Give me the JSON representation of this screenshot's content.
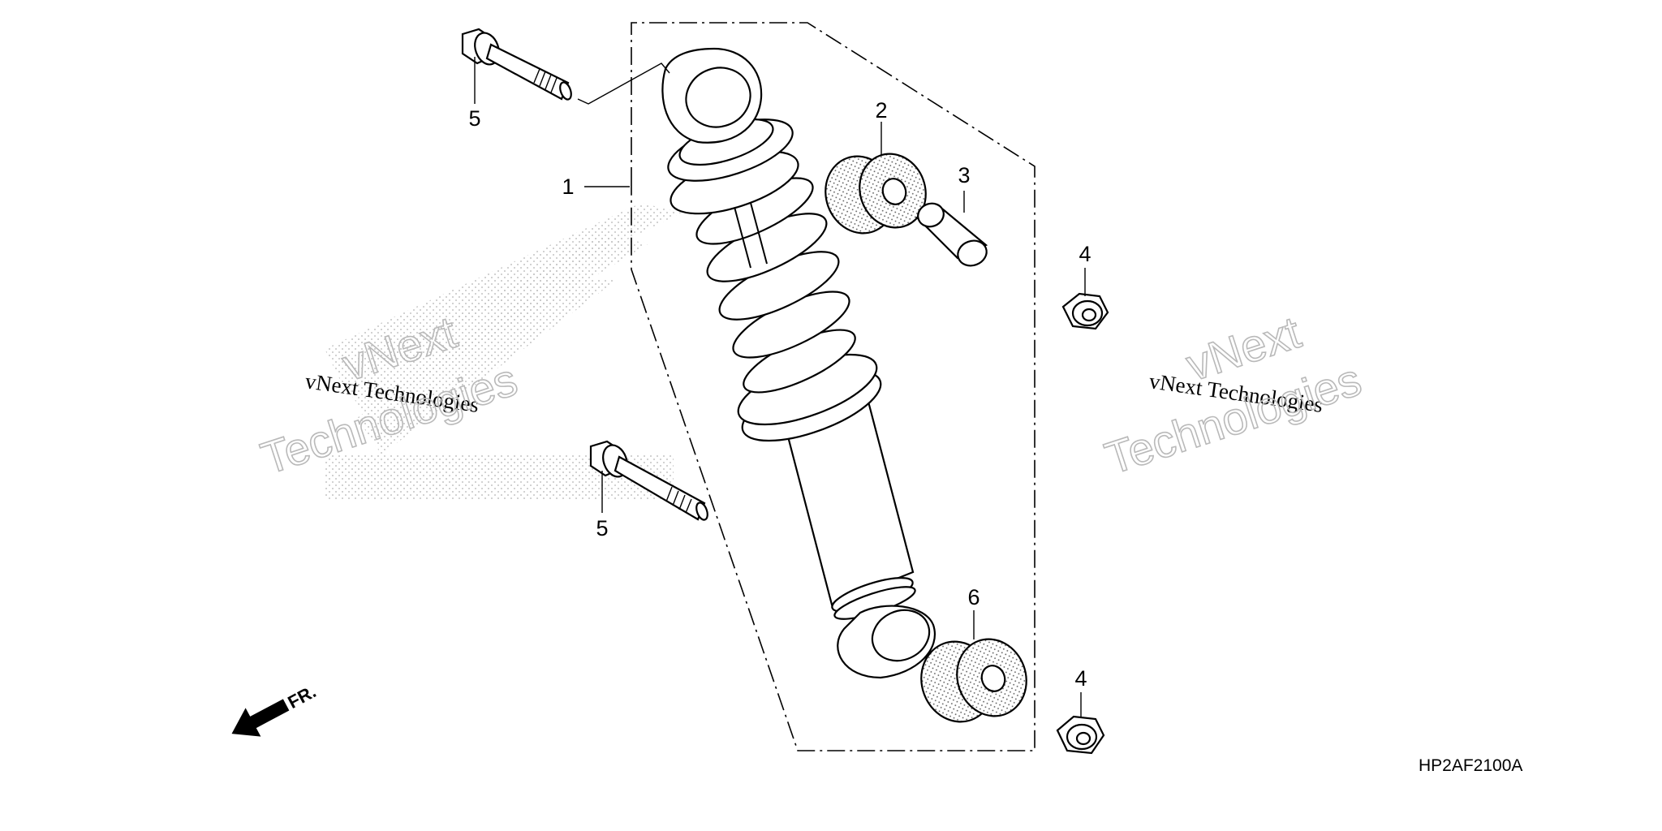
{
  "callouts": [
    {
      "id": "shock",
      "label": "1"
    },
    {
      "id": "bush-upper",
      "label": "2"
    },
    {
      "id": "collar",
      "label": "3"
    },
    {
      "id": "nut-upper",
      "label": "4"
    },
    {
      "id": "nut-lower",
      "label": "4"
    },
    {
      "id": "bolt-upper",
      "label": "5"
    },
    {
      "id": "bolt-lower",
      "label": "5"
    },
    {
      "id": "bush-lower",
      "label": "6"
    }
  ],
  "watermarks": {
    "left_serif": "vNext Technologies",
    "left_outline_1": "vNext",
    "left_outline_2": "Technologies",
    "right_serif": "vNext Technologies",
    "right_outline_1": "vNext",
    "right_outline_2": "Technologies"
  },
  "front_arrow_label": "FR.",
  "diagram_code": "HP2AF2100A"
}
